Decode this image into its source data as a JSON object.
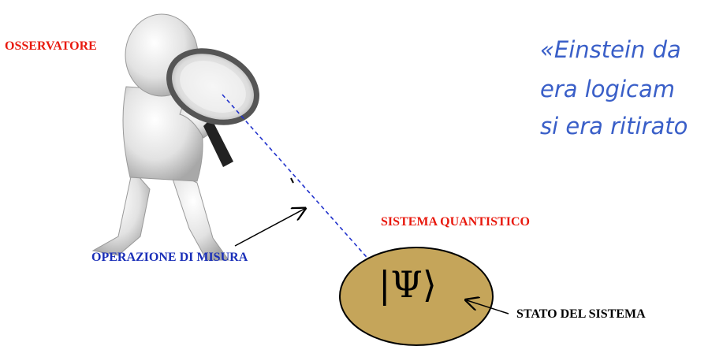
{
  "labels": {
    "observer": "OSSERVATORE",
    "quantum_system": "SISTEMA QUANTISTICO",
    "measurement": "OPERAZIONE DI MISURA",
    "system_state": "STATO DEL SISTEMA"
  },
  "quote": {
    "line1": "«Einstein da",
    "line2": "era logicam",
    "line3": "si era ritirato"
  },
  "state_symbol": "|Ψ⟩",
  "colors": {
    "observer_label": "#e8190e",
    "system_label": "#e8190e",
    "measurement_label": "#1a2fb8",
    "quote_text": "#3a5fc8",
    "ellipse_fill": "#c5a55a",
    "dashed_line": "#2233cc"
  },
  "icons": {
    "figure": "observer-with-magnifying-glass"
  }
}
